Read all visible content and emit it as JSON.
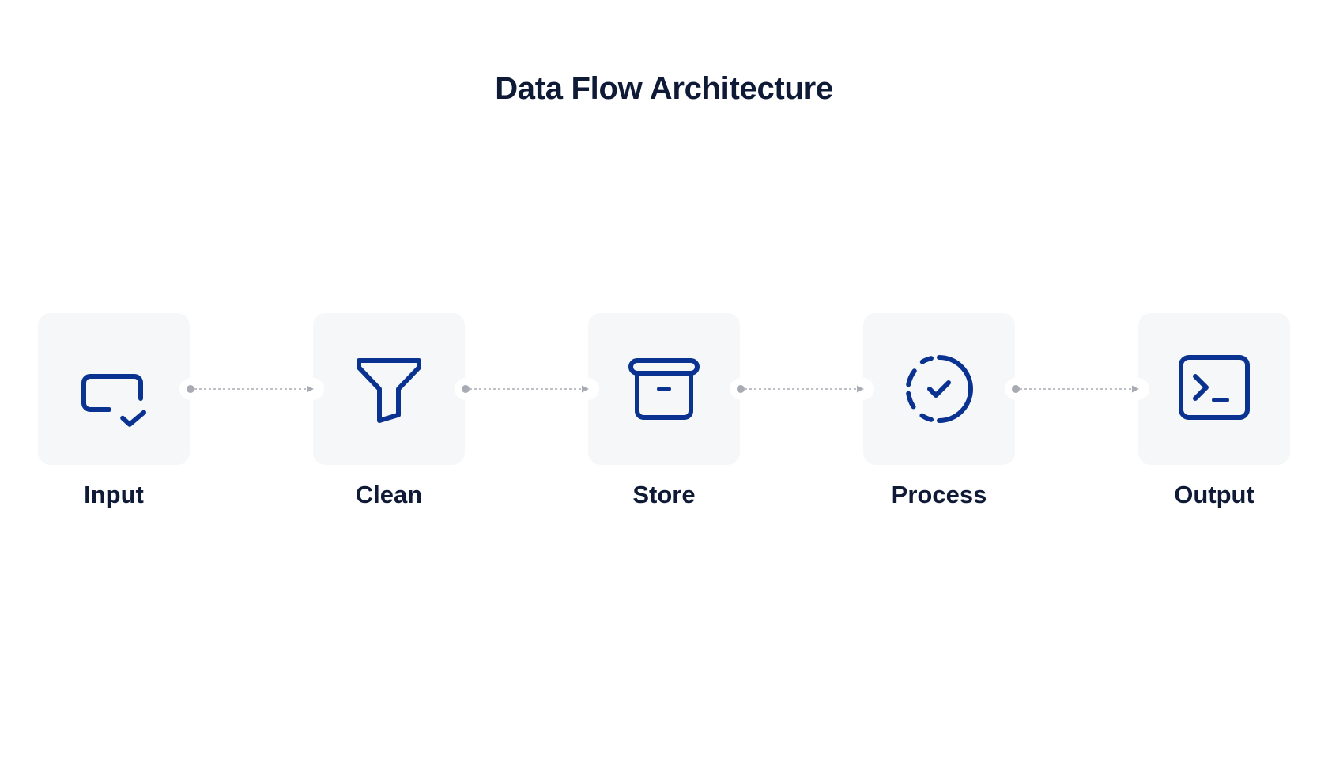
{
  "title": "Data Flow Architecture",
  "colors": {
    "icon_stroke": "#0a3391",
    "card_background": "#f6f7f8",
    "connector": "#a8abb3",
    "text": "#0f1a36"
  },
  "nodes": [
    {
      "label": "Input",
      "icon": "input-check-icon"
    },
    {
      "label": "Clean",
      "icon": "funnel-icon"
    },
    {
      "label": "Store",
      "icon": "archive-box-icon"
    },
    {
      "label": "Process",
      "icon": "circle-dashed-check-icon"
    },
    {
      "label": "Output",
      "icon": "terminal-icon"
    }
  ],
  "connectors": [
    {
      "from": "Input",
      "to": "Clean",
      "style": "dotted-arrow"
    },
    {
      "from": "Clean",
      "to": "Store",
      "style": "dotted-arrow"
    },
    {
      "from": "Store",
      "to": "Process",
      "style": "dotted-arrow"
    },
    {
      "from": "Process",
      "to": "Output",
      "style": "dotted-arrow"
    }
  ]
}
